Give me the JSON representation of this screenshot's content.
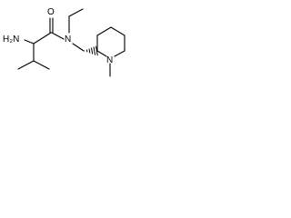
{
  "molecule": {
    "atoms": {
      "amine_label": "H₂N",
      "oxygen_label": "O",
      "amide_nitrogen_label": "N",
      "ring_nitrogen_label": "N"
    },
    "colors": {
      "bond": "#000000",
      "atom_text": "#000000",
      "background": "#ffffff"
    }
  }
}
